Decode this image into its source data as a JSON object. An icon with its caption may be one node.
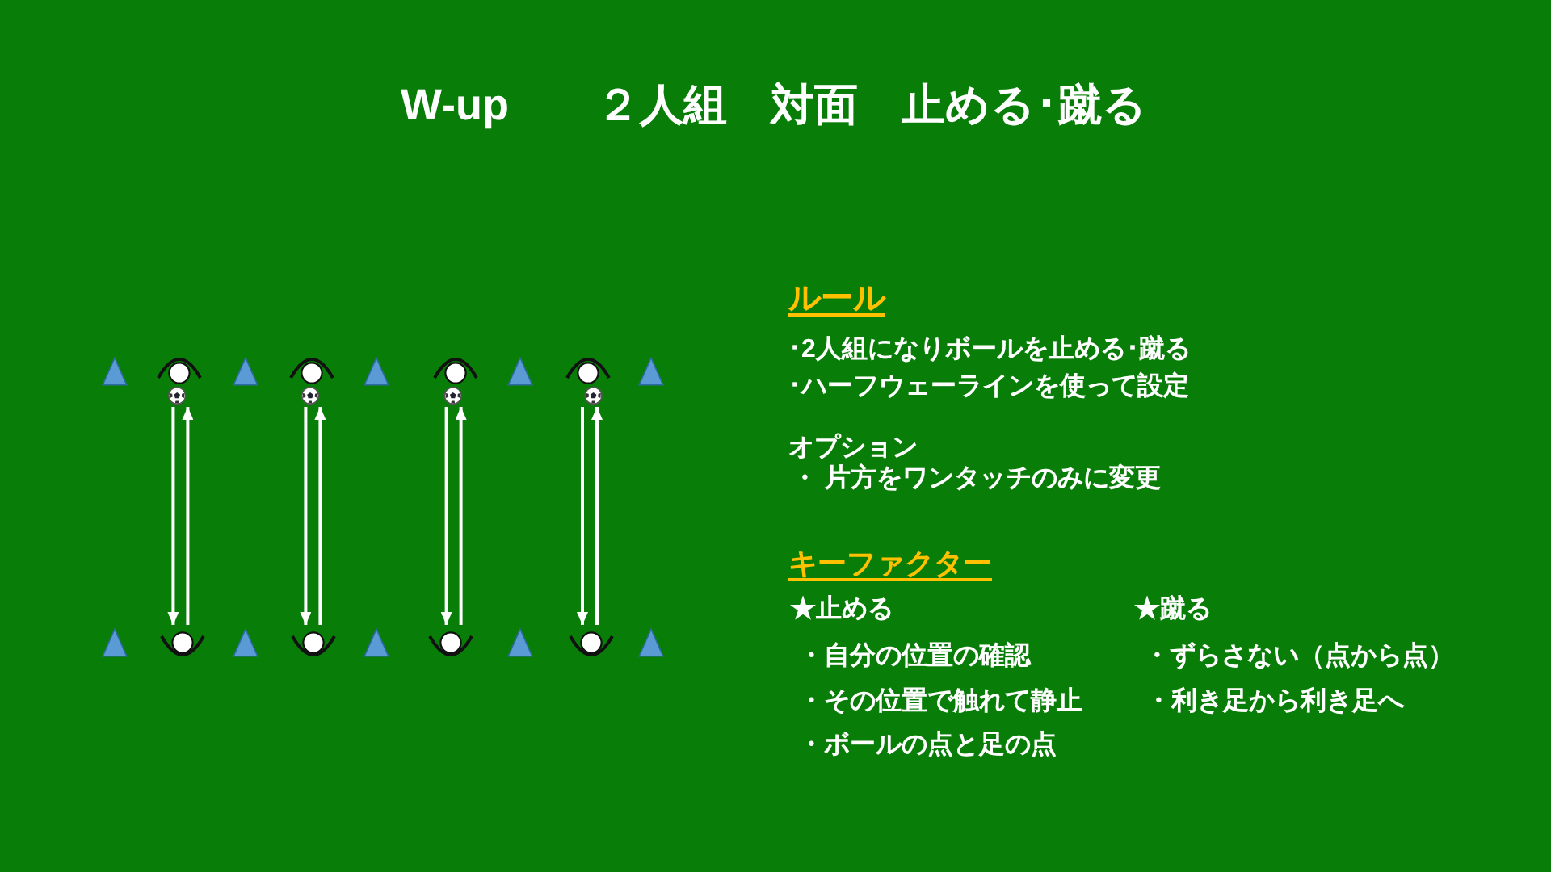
{
  "diagram": {
    "title": "W-up　　２人組　対面　止める･蹴る",
    "nodes": [
      {
        "text": [],
        "shape": "person"
      },
      {
        "text": [],
        "shape": "person"
      },
      {
        "text": [],
        "shape": "person"
      },
      {
        "text": [],
        "shape": "person"
      },
      {
        "text": [],
        "shape": "person"
      },
      {
        "text": [],
        "shape": "person"
      },
      {
        "text": [],
        "shape": "person"
      },
      {
        "text": [],
        "shape": "person"
      }
    ],
    "edges": [
      {
        "from": 0,
        "to": 4,
        "arrow": "to"
      },
      {
        "from": 4,
        "to": 0,
        "arrow": "to"
      },
      {
        "from": 1,
        "to": 5,
        "arrow": "to"
      },
      {
        "from": 5,
        "to": 1,
        "arrow": "to"
      },
      {
        "from": 2,
        "to": 6,
        "arrow": "to"
      },
      {
        "from": 6,
        "to": 2,
        "arrow": "to"
      },
      {
        "from": 3,
        "to": 7,
        "arrow": "to"
      },
      {
        "from": 7,
        "to": 3,
        "arrow": "to"
      }
    ],
    "labels": [
      "ルール",
      "･2人組になりボールを止める･蹴る",
      "･ハーフウェーラインを使って設定",
      "オプション",
      "・ 片方をワンタッチのみに変更",
      "キーファクター",
      "★止める",
      "★蹴る",
      "・自分の位置の確認",
      "・ずらさない（点から点）",
      "・その位置で触れて静止",
      "・利き足から利き足へ",
      "・ボールの点と足の点"
    ]
  }
}
